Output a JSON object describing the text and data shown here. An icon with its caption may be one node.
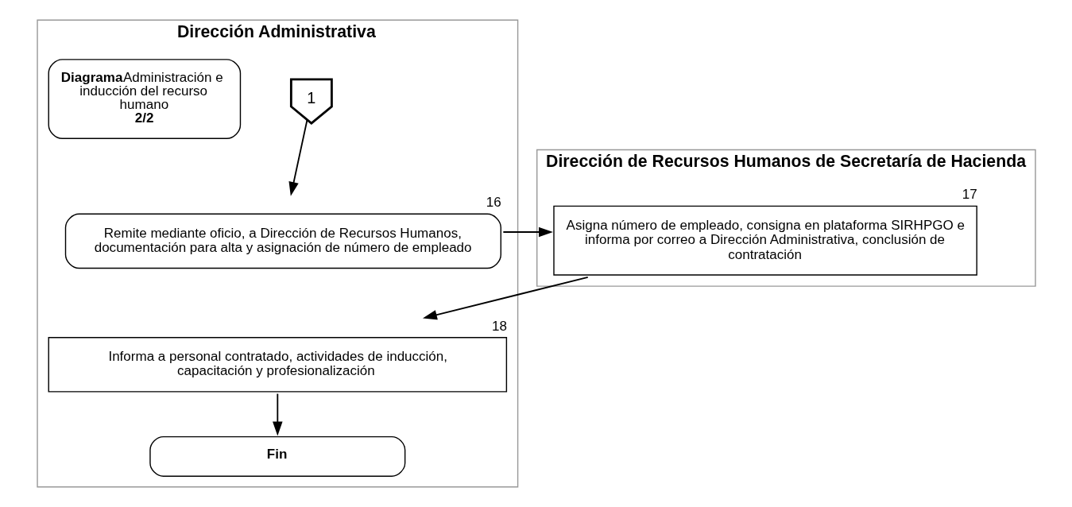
{
  "diagram": {
    "nodes": [
      {
        "text": [
          "Dirección Administrativa"
        ]
      },
      {
        "text": [
          "Dirección de Recursos Humanos de Secretaría de Hacienda"
        ]
      },
      {
        "text": [
          "1"
        ],
        "in": 0
      },
      {
        "text": [
          "Remite mediante oficio, a Dirección de Recursos Humanos, documentación para alta y asignación de número de empleado"
        ],
        "beside": [
          "16"
        ],
        "in": 0
      },
      {
        "text": [
          "Asigna número de empleado, consigna en plataforma SIRHPGO e informa por correo a Dirección Administrativa, conclusión de contratación"
        ],
        "beside": [
          "17"
        ],
        "in": 1
      },
      {
        "text": [
          "Informa a personal contratado, actividades de inducción, capacitación y profesionalización"
        ],
        "beside": [
          "18"
        ],
        "in": 0
      },
      {
        "text": [
          "Fin"
        ],
        "in": 0
      },
      {
        "text": [
          "Diagrama",
          "Administración e inducción del recurso humano",
          "2/2"
        ],
        "in": 0
      }
    ],
    "edges": [
      {
        "from": 2,
        "to": 3,
        "arrow": "to"
      },
      {
        "from": 3,
        "to": 4,
        "arrow": "to"
      },
      {
        "from": 4,
        "to": 5,
        "arrow": "to"
      },
      {
        "from": 5,
        "to": 6,
        "arrow": "to"
      }
    ]
  }
}
